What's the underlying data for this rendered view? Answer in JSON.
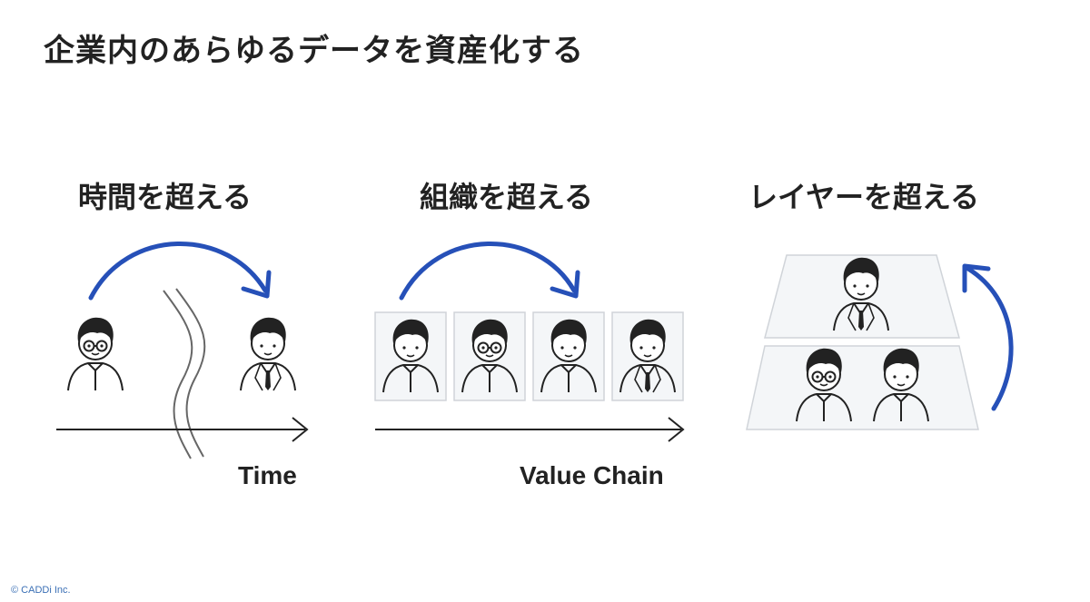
{
  "title": "企業内のあらゆるデータを資産化する",
  "sections": [
    {
      "title": "時間を超える",
      "axis_label": "Time"
    },
    {
      "title": "組織を超える",
      "axis_label": "Value Chain"
    },
    {
      "title": "レイヤーを超える",
      "axis_label": ""
    }
  ],
  "copyright": "© CADDi Inc.",
  "colors": {
    "text": "#222222",
    "arrow_accent": "#2650b8",
    "line": "#333333",
    "panel_fill": "#f4f6f8",
    "panel_border": "#d0d4d9"
  }
}
